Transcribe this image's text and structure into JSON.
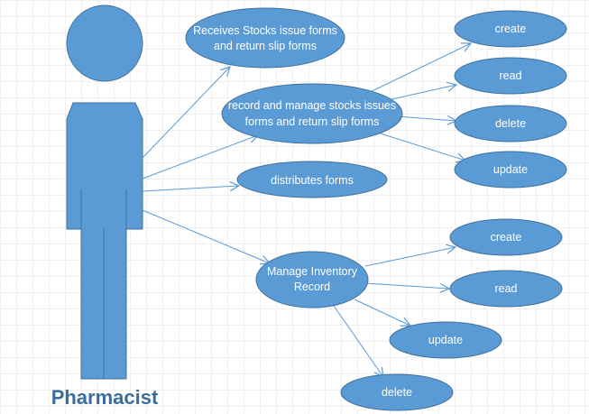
{
  "diagram": {
    "actor": {
      "label": "Pharmacist"
    },
    "use_cases": {
      "receives_forms": [
        "Receives Stocks issue forms",
        "and return slip forms"
      ],
      "record_manage": [
        "record and manage stocks issues",
        "forms and return slip forms"
      ],
      "distributes": [
        "distributes forms"
      ],
      "manage_inventory": [
        "Manage Inventory",
        "Record"
      ],
      "create_1": [
        "create"
      ],
      "read_1": [
        "read"
      ],
      "delete_1": [
        "delete"
      ],
      "update_1": [
        "update"
      ],
      "create_2": [
        "create"
      ],
      "read_2": [
        "read"
      ],
      "update_2": [
        "update"
      ],
      "delete_2": [
        "delete"
      ]
    },
    "colors": {
      "fill": "#5b9bd5",
      "stroke": "#41719c",
      "grid": "#d9d9d9",
      "background": "#ffffff",
      "label": "#3a6e9f"
    }
  }
}
